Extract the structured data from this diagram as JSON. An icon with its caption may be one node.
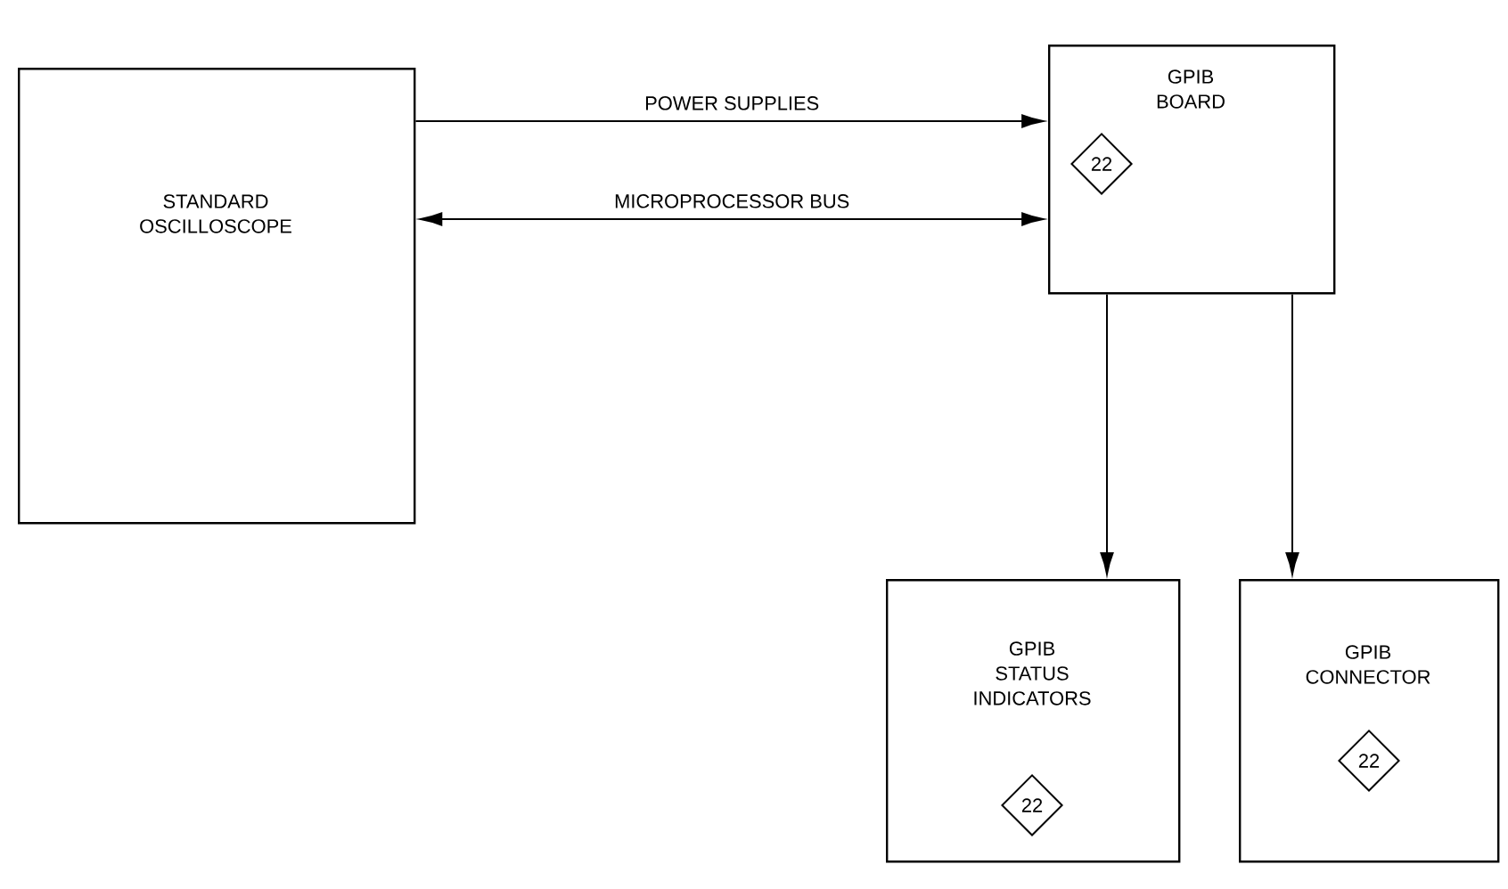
{
  "diagram": {
    "nodes": [
      {
        "text": [
          "STANDARD OSCILLOSCOPE"
        ]
      },
      {
        "text": [
          "GPIB BOARD"
        ]
      },
      {
        "text": [
          "22"
        ],
        "in": 1
      },
      {
        "text": [
          "GPIB STATUS INDICATORS"
        ]
      },
      {
        "text": [
          "22"
        ],
        "in": 3
      },
      {
        "text": [
          "GPIB CONNECTOR"
        ]
      },
      {
        "text": [
          "22"
        ],
        "in": 5
      }
    ],
    "edges": [
      {
        "from": 0,
        "to": 1,
        "arrow": "to",
        "label": "POWER SUPPLIES"
      },
      {
        "from": 0,
        "to": 1,
        "arrow": "both",
        "label": "MICROPROCESSOR BUS"
      },
      {
        "from": 1,
        "to": 3,
        "arrow": "to"
      },
      {
        "from": 1,
        "to": 5,
        "arrow": "to"
      }
    ]
  }
}
